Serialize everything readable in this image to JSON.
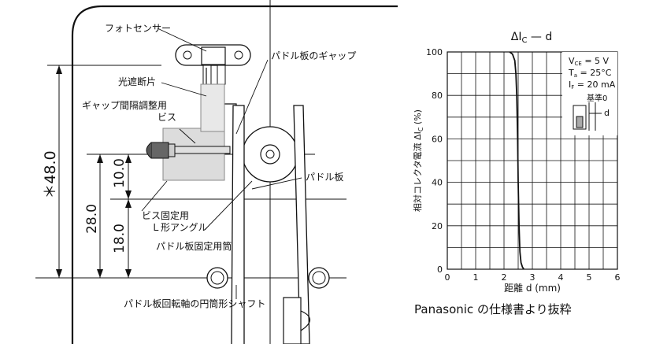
{
  "diagram": {
    "labels": {
      "photo_sensor": "フォトセンサー",
      "paddle_gap": "パドル板のギャップ",
      "shade_piece": "光遮断片",
      "gap_screw_line1": "ギャップ間隔調整用",
      "gap_screw_line2": "ビス",
      "paddle_plate": "パドル板",
      "screw_angle_line1": "ビス固定用",
      "screw_angle_line2": "Ｌ形アングル",
      "paddle_tube": "パドル板固定用筒",
      "shaft": "パドル板回転軸の円筒形シャフト"
    },
    "dimensions": {
      "total": "＊48.0",
      "left": "28.0",
      "upper": "10.0",
      "lower": "18.0"
    }
  },
  "chart_data": {
    "type": "line",
    "title_delta": "Δ",
    "title_i": "I",
    "title_sub": "C",
    "title_rest": " — d",
    "xlabel": "距離  d  (mm)",
    "ylabel_main": "相対コレクタ電流  ΔI",
    "ylabel_sub": "C",
    "ylabel_unit": "  (%)",
    "xlim": [
      0,
      6
    ],
    "ylim": [
      0,
      100
    ],
    "x_ticks": [
      "0",
      "1",
      "2",
      "3",
      "4",
      "5",
      "6"
    ],
    "y_ticks": [
      "0",
      "20",
      "40",
      "60",
      "80",
      "100"
    ],
    "grid": true,
    "conditions": [
      {
        "main": "V",
        "sub": "CE",
        "rest": " = 5  V"
      },
      {
        "main": "T",
        "sub": "a",
        "rest": " = 25°C"
      },
      {
        "main": "I",
        "sub": "F",
        "rest": " = 20  mA"
      }
    ],
    "inset": {
      "ref_label": "基準0",
      "d_label": "d"
    },
    "series": [
      {
        "x": [
          2.2,
          2.3,
          2.38,
          2.42,
          2.45,
          2.48,
          2.5,
          2.53,
          2.56,
          2.6,
          2.65,
          2.7
        ],
        "y": [
          100,
          99,
          96,
          90,
          80,
          60,
          40,
          20,
          8,
          3,
          1,
          0
        ]
      }
    ]
  },
  "caption": "Panasonic の仕様書より抜粋"
}
